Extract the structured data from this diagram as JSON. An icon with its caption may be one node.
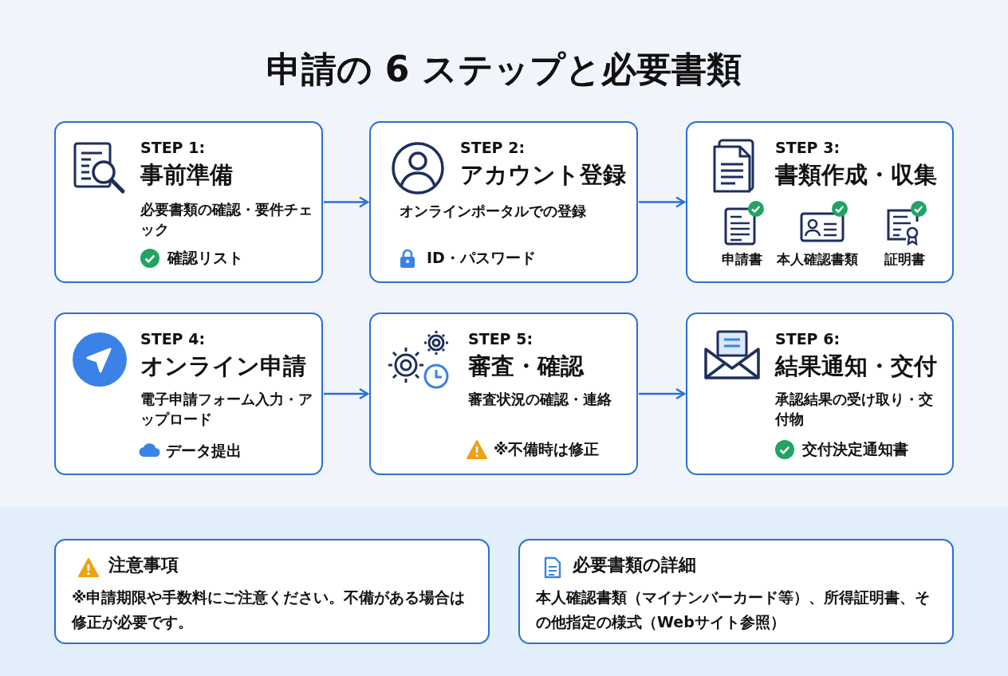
{
  "diagram": {
    "title": "申請の 6 ステップと必要書類",
    "nodes": [
      {
        "text": [
          "STEP 1:",
          "事前準備",
          "必要書類の確認・要件チェック",
          "確認リスト"
        ]
      },
      {
        "text": [
          "STEP 2:",
          "アカウント登録",
          "オンラインポータルでの登録",
          "ID・パスワード"
        ]
      },
      {
        "text": [
          "STEP 3:",
          "書類作成・収集",
          "申請書",
          "本人確認書類",
          "証明書"
        ]
      },
      {
        "text": [
          "STEP 4:",
          "オンライン申請",
          "電子申請フォーム入力・アップロード",
          "データ提出"
        ]
      },
      {
        "text": [
          "STEP 5:",
          "審査・確認",
          "審査状況の確認・連絡",
          "※不備時は修正"
        ]
      },
      {
        "text": [
          "STEP 6:",
          "結果通知・交付",
          "承認結果の受け取り・交付物",
          "交付決定通知書"
        ]
      },
      {
        "text": [
          "注意事項",
          "※申請期限や手数料にご注意ください。不備がある場合は修正が必要です。"
        ]
      },
      {
        "text": [
          "必要書類の詳細",
          "本人確認書類（マイナンバーカード等）、所得証明書、その他指定の様式（Webサイト参照）"
        ]
      }
    ],
    "edges": [
      {
        "from": 0,
        "to": 1,
        "arrow": "to"
      },
      {
        "from": 1,
        "to": 2,
        "arrow": "to"
      },
      {
        "from": 3,
        "to": 4,
        "arrow": "to"
      },
      {
        "from": 4,
        "to": 5,
        "arrow": "to"
      }
    ]
  }
}
